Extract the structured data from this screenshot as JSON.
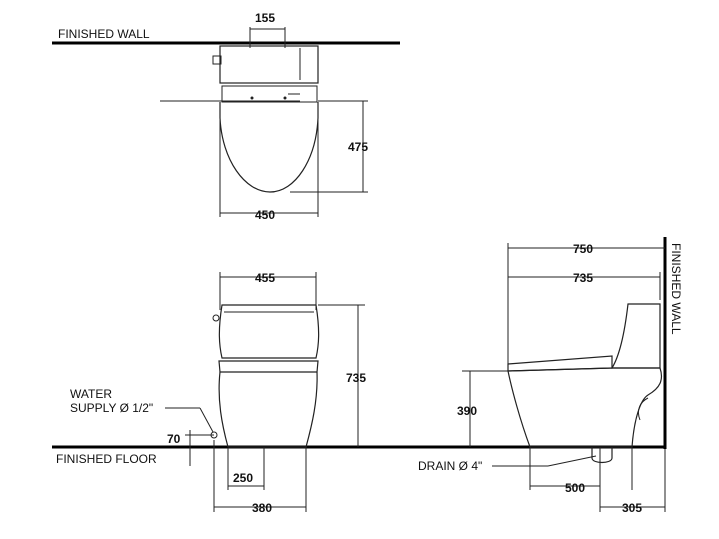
{
  "labels": {
    "finished_wall_top": "FINISHED  WALL",
    "finished_wall_side": "FINISHED  WALL",
    "finished_floor": "FINISHED  FLOOR",
    "water_line1": "WATER",
    "water_line2": "SUPPLY Ø 1/2\"",
    "drain": "DRAIN Ø 4\""
  },
  "dimensions": {
    "top_155": "155",
    "top_475": "475",
    "top_450": "450",
    "front_455": "455",
    "front_735": "735",
    "front_70": "70",
    "front_250": "250",
    "front_380": "380",
    "side_750": "750",
    "side_735": "735",
    "side_390": "390",
    "side_500": "500",
    "side_305": "305"
  }
}
